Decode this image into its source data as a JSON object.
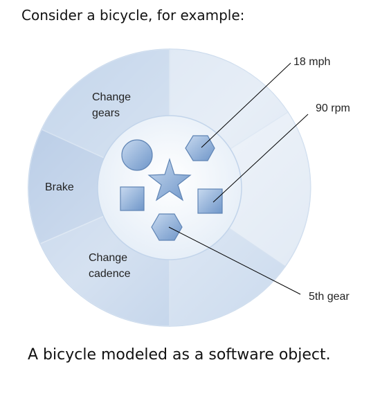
{
  "intro_text": "Consider a bicycle, for example:",
  "caption_text": "A bicycle modeled as a software object.",
  "diagram": {
    "methods": {
      "change_gears": [
        "Change",
        "gears"
      ],
      "brake": "Brake",
      "change_cadence": [
        "Change",
        "cadence"
      ]
    },
    "fields": {
      "speed": "18 mph",
      "cadence": "90 rpm",
      "gear": "5th gear"
    },
    "colors": {
      "ring_light": "#dbe6f3",
      "ring_dark": "#8daed6",
      "core": "#f2f6fb",
      "symbol_light": "#b9cfea",
      "symbol_dark": "#6f96c9",
      "symbol_stroke": "#5f84b4",
      "leader_line": "#000000"
    }
  }
}
